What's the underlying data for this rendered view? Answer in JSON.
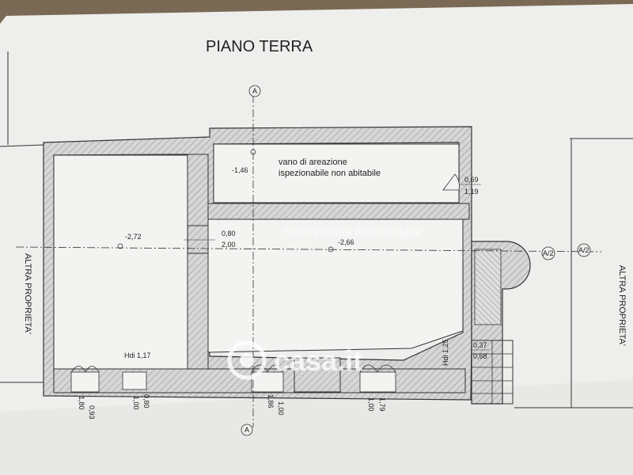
{
  "title": "PIANO TERRA",
  "rooms": {
    "vent_space_line1": "vano di areazione",
    "vent_space_line2": "ispezionabile non abitabile"
  },
  "levels": {
    "vent_level": "-1,46",
    "left_level": "-2,72",
    "center_level": "-2,66"
  },
  "dimensions": {
    "door_top_a": "0,69",
    "door_top_b": "1,19",
    "opening_mid_a": "0,80",
    "opening_mid_b": "2,00",
    "hdi_left": "Hdi 1,17",
    "hdi_right": "Hdi 1,25",
    "right_small_a": "0,37",
    "right_small_b": "0,68",
    "bottom_1a": "0,93",
    "bottom_1b": "1,80",
    "bottom_2a": "0,80",
    "bottom_2b": "1,00",
    "bottom_3a": "1,00",
    "bottom_3b": "1,86",
    "bottom_4a": "1,00",
    "bottom_4b": "1,79"
  },
  "side_labels": {
    "left": "ALTRA PROPRIETA'",
    "right": "ALTRA PROPRIETA'"
  },
  "section_marks": {
    "top": "A",
    "bottom": "A",
    "right_1": "A/2",
    "right_2": "A/2"
  },
  "watermarks": {
    "agency": "Serenissima immobiliare",
    "portal": "casa.it"
  },
  "colors": {
    "paper": "#eeeeec",
    "wall_fill": "#cfcfcf",
    "line": "#333333"
  }
}
